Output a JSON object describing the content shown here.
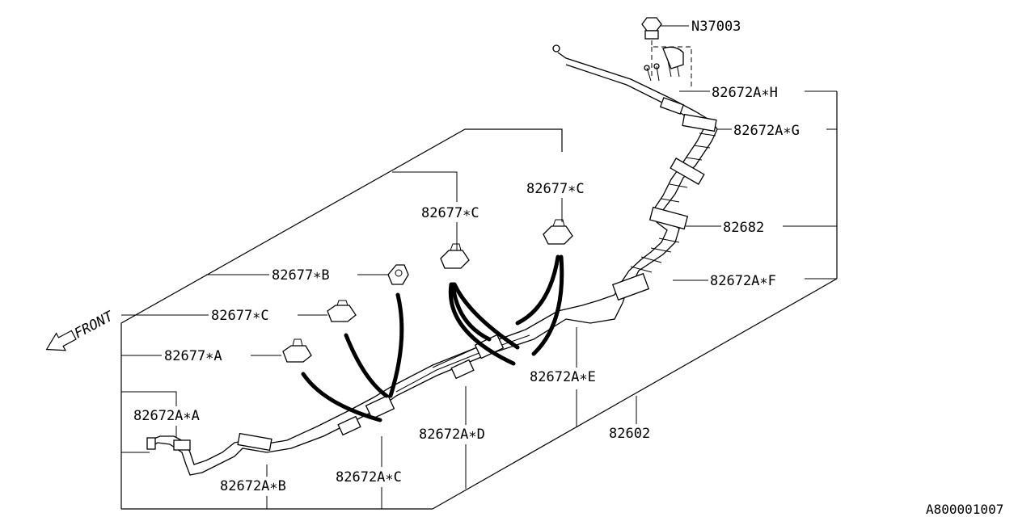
{
  "parts": {
    "nut": "N37003",
    "harness_h": "82672A∗H",
    "harness_g": "82672A∗G",
    "harness_82682": "82682",
    "harness_f": "82672A∗F",
    "harness_e": "82672A∗E",
    "harness_82602": "82602",
    "harness_d": "82672A∗D",
    "harness_c": "82672A∗C",
    "harness_b": "82672A∗B",
    "harness_a": "82672A∗A",
    "clip_a": "82677∗A",
    "clip_c_left": "82677∗C",
    "clip_b": "82677∗B",
    "clip_c_mid": "82677∗C",
    "clip_c_right": "82677∗C"
  },
  "front_label": "FRONT",
  "diagram_code": "A800001007"
}
